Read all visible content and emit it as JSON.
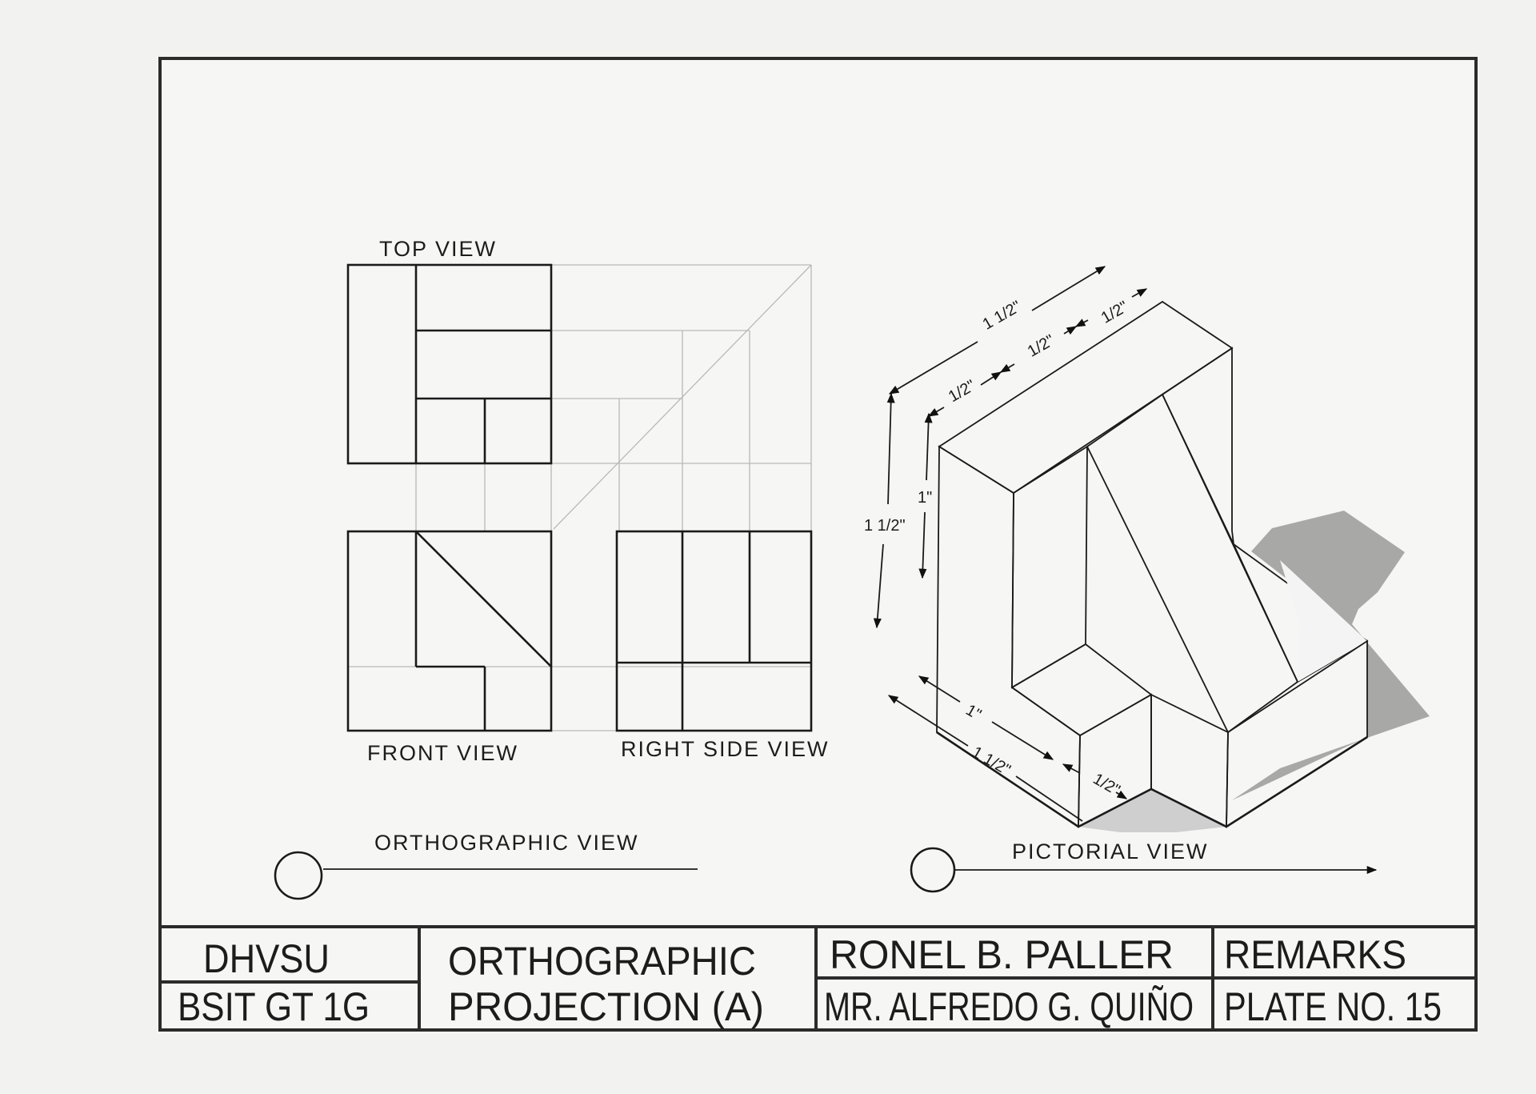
{
  "drawing": {
    "views": {
      "top_view": "TOP VIEW",
      "front_view": "FRONT VIEW",
      "right_side_view": "RIGHT SIDE VIEW"
    },
    "orthographic_label": "ORTHOGRAPHIC VIEW",
    "pictorial_label": "PICTORIAL VIEW",
    "dimensions": {
      "top_overall": "1 1/2\"",
      "top_seg_1": "1/2\"",
      "top_seg_2": "1/2\"",
      "top_seg_3": "1/2\"",
      "height_overall": "1 1/2\"",
      "height_partial": "1\"",
      "bottom_partial": "1\"",
      "bottom_overall": "1 1/2\"",
      "bottom_small": "1/2\""
    },
    "colors": {
      "ink": "#1a1a1a",
      "paper": "#f4f4f2",
      "shade": "#a9a9a9"
    }
  },
  "title_block": {
    "school": "DHVSU",
    "section": "BSIT GT 1G",
    "title_line1": "ORTHOGRAPHIC",
    "title_line2": "PROJECTION (A)",
    "student": "RONEL B. PALLER",
    "instructor": "MR. ALFREDO G. QUIÑO",
    "remarks": "REMARKS",
    "plate": "PLATE NO. 15"
  }
}
